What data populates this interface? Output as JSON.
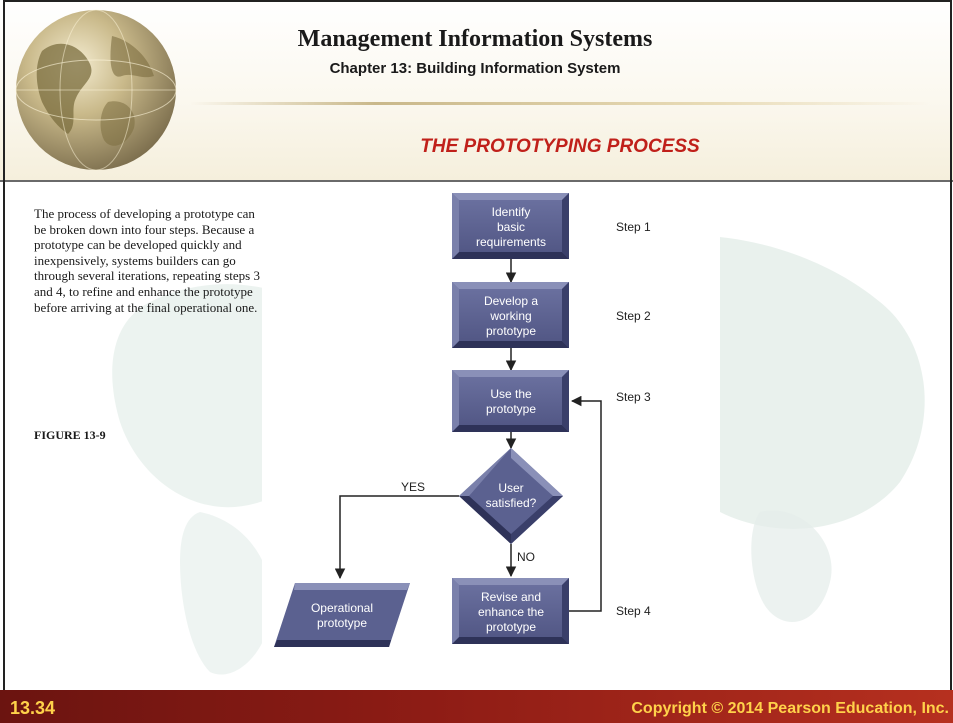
{
  "header": {
    "title": "Management Information Systems",
    "chapter": "Chapter 13: Building Information System",
    "section_title": "THE PROTOTYPING PROCESS"
  },
  "content": {
    "description": "The process of developing a prototype can be broken down into four steps. Because a prototype can be developed quickly and inexpensively, systems builders can go through several iterations, repeating steps 3 and 4, to refine and enhance the prototype before arriving at the final operational one.",
    "figure_label": "FIGURE 13-9"
  },
  "diagram": {
    "nodes": {
      "identify": [
        "Identify",
        "basic",
        "requirements"
      ],
      "develop": [
        "Develop a",
        "working",
        "prototype"
      ],
      "use": [
        "Use the",
        "prototype"
      ],
      "decision": [
        "User",
        "satisfied?"
      ],
      "revise": [
        "Revise and",
        "enhance the",
        "prototype"
      ],
      "operational": [
        "Operational",
        "prototype"
      ]
    },
    "steps": {
      "step1": "Step 1",
      "step2": "Step 2",
      "step3": "Step 3",
      "step4": "Step 4"
    },
    "branches": {
      "yes": "YES",
      "no": "NO"
    }
  },
  "footer": {
    "slide_number": "13.34",
    "copyright": "Copyright © 2014 Pearson Education, Inc."
  },
  "colors": {
    "box_fill": "#5b6190",
    "box_light": "#8a90b8",
    "box_dark": "#2e3258",
    "title_red": "#c0201a",
    "footer_red": "#8e1c15",
    "footer_text": "#ffd24a"
  }
}
